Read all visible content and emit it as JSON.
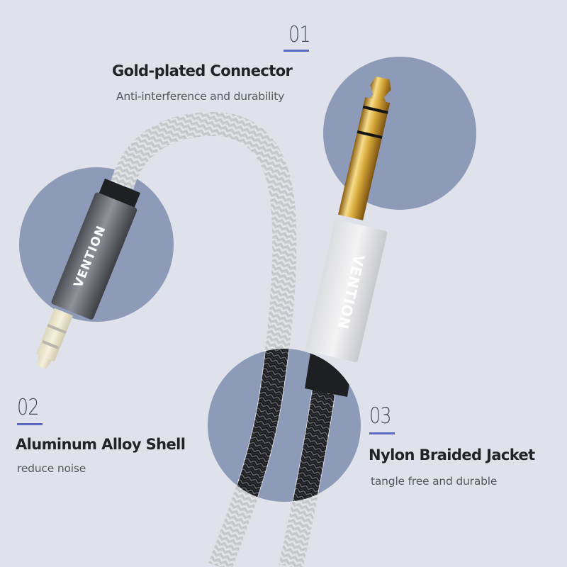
{
  "features": [
    {
      "number": "01",
      "title": "Gold-plated Connector",
      "subtitle": "Anti-interference and durability"
    },
    {
      "number": "02",
      "title": "Aluminum Alloy Shell",
      "subtitle": "reduce noise"
    },
    {
      "number": "03",
      "title": "Nylon Braided Jacket",
      "subtitle": "tangle free and durable"
    }
  ],
  "brand": {
    "logo_text_small_plug": "VENTION",
    "logo_text_large_plug": "VENTION"
  },
  "colors": {
    "background": "#dfe2ea",
    "circle": "#8d9ab8",
    "accent_underline": "#5b6bc4",
    "title_text": "#222326",
    "subtitle_text": "#55585f",
    "gold": "#d8a93a"
  }
}
